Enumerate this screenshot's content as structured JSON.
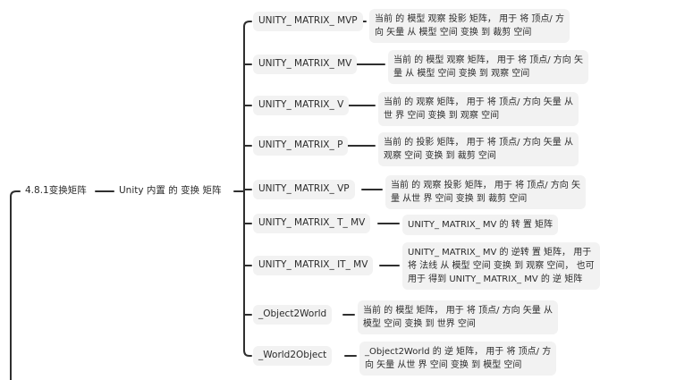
{
  "root": {
    "label": "4.8.1变换矩阵"
  },
  "parent": {
    "label": "Unity 内置 的 变换 矩阵"
  },
  "items": [
    {
      "name": "UNITY_ MATRIX_ MVP",
      "desc": [
        "当前 的 模型 观察 投影 矩阵， 用于 将 顶点/ 方",
        "向 矢量 从 模型 空间 变换 到 裁剪 空间"
      ]
    },
    {
      "name": "UNITY_ MATRIX_ MV",
      "desc": [
        "当前 的 模型 观察 矩阵， 用于 将 顶点/ 方向 矢",
        "量 从 模型 空间 变换 到 观察 空间"
      ]
    },
    {
      "name": "UNITY_ MATRIX_ V",
      "desc": [
        "当前 的 观察 矩阵， 用于 将 顶点/ 方向 矢量 从",
        "世 界 空间 变换 到 观察 空间"
      ]
    },
    {
      "name": "UNITY_ MATRIX_ P",
      "desc": [
        "当前 的 投影 矩阵， 用于 将 顶点/ 方向 矢量 从",
        "观察 空间 变换 到 裁剪 空间"
      ]
    },
    {
      "name": "UNITY_ MATRIX_ VP",
      "desc": [
        "当前 的 观察 投影 矩阵， 用于 将 顶点/ 方向 矢",
        "量 从世 界 空间 变换 到 裁剪 空间"
      ]
    },
    {
      "name": "UNITY_ MATRIX_ T_ MV",
      "desc": [
        "UNITY_ MATRIX_ MV 的 转 置 矩阵"
      ]
    },
    {
      "name": "UNITY_ MATRIX_ IT_ MV",
      "desc": [
        "UNITY_ MATRIX_ MV 的 逆转 置 矩阵， 用于",
        "将 法线 从 模型 空间 变换 到 观察 空间， 也可",
        "用于 得到 UNITY_ MATRIX_ MV 的 逆 矩阵"
      ]
    },
    {
      "name": "_Object2World",
      "desc": [
        "当前 的 模型 矩阵， 用于 将 顶点/ 方向 矢量 从",
        "模型 空间 变换 到 世界 空间"
      ]
    },
    {
      "name": "_World2Object",
      "desc": [
        "_Object2World 的 逆 矩阵， 用于 将 顶点/ 方",
        "向 矢量 从世 界 空间 变换 到 模型 空间"
      ]
    }
  ]
}
